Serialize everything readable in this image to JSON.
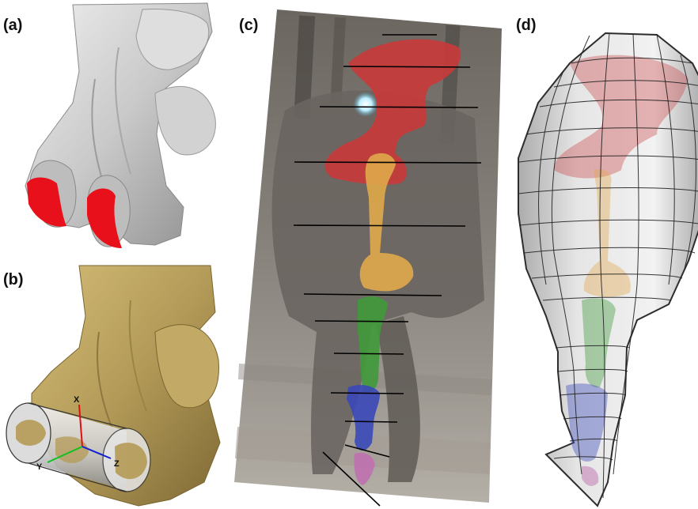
{
  "panels": {
    "a": {
      "label": "(a)"
    },
    "b": {
      "label": "(b)"
    },
    "c": {
      "label": "(c)"
    },
    "d": {
      "label": "(d)"
    }
  },
  "axes": {
    "x": "X",
    "y": "Y",
    "z": "Z"
  },
  "colors": {
    "articular_surface": "#e8101a",
    "bone_grey": "#c4c4c4",
    "bone_tan": "#b49a55",
    "pelvis_red": "#c93a3a",
    "femur_orange": "#e0a84a",
    "tibia_green": "#3f9a3a",
    "tarsus_blue": "#3a48b8",
    "phalanges_pink": "#c070b0",
    "axis_x": "#e01010",
    "axis_y": "#10c020",
    "axis_z": "#1020d0"
  },
  "icons": {
    "a": "grey-bone-render-icon",
    "b": "tan-bone-cylinder-render-icon",
    "c": "segmented-limb-photo-icon",
    "d": "wireframe-limb-model-icon"
  }
}
